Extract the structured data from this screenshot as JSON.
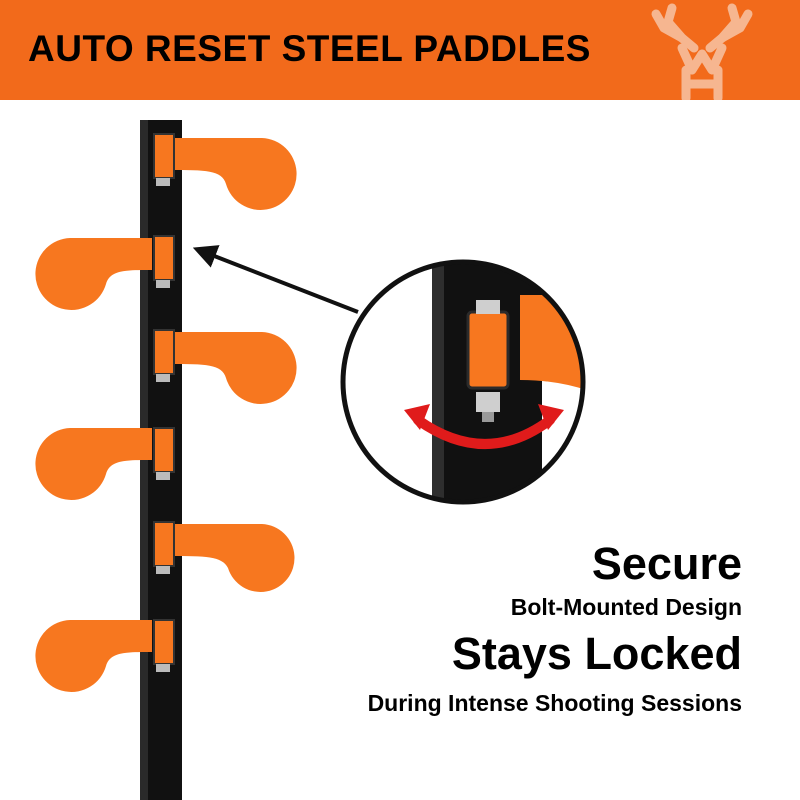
{
  "banner": {
    "title": "AUTO RESET STEEL PADDLES",
    "background_color": "#f26a1b",
    "logo_icon": "deer-antler-logo-icon"
  },
  "features": {
    "headline_1": "Secure",
    "subline_1": "Bolt-Mounted Design",
    "headline_2": "Stays Locked",
    "subline_2": "During Intense Shooting Sessions"
  },
  "colors": {
    "paddle": "#f7771f",
    "pole": "#111111",
    "arrow": "#e01b1b"
  }
}
